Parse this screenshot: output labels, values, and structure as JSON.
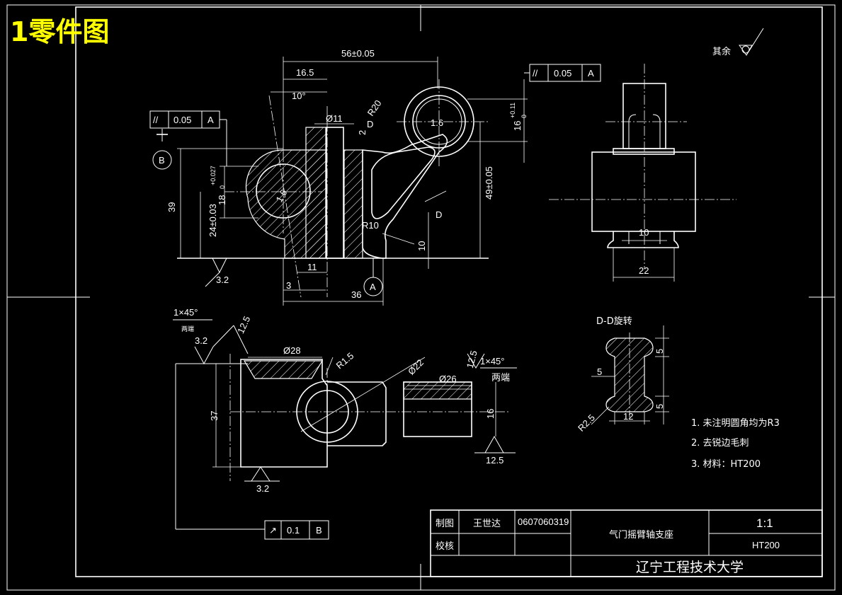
{
  "title": "1零件图",
  "roughness_note": {
    "label": "其余"
  },
  "notes": [
    "1. 未注明圆角均为R3",
    "2. 去锐边毛刺",
    "3. 材料：HT200"
  ],
  "section_label": "D-D旋转",
  "title_block": {
    "drawn_label": "制图",
    "drawn_name": "王世达",
    "student_no": "0607060319",
    "check_label": "校核",
    "part_name": "气门摇臂轴支座",
    "scale": "1:1",
    "material": "HT200",
    "school": "辽宁工程技术大学"
  },
  "front_view": {
    "dim_56": "56±0.05",
    "dim_165": "16.5",
    "dim_10deg": "10°",
    "dim_11_top": "Ø11",
    "dim_r20": "R20",
    "dim_2": "2",
    "dim_16": "16",
    "dim_16_tol_up": "+0.11",
    "dim_16_tol_lo": "0",
    "dim_16_center": "1.6",
    "dim_39": "39",
    "dim_24": "24±0.03",
    "dim_18": "18",
    "dim_18_tol_up": "+0.027",
    "dim_18_tol_lo": "0",
    "dim_18_center": "1.6",
    "dim_49": "49±0.05",
    "dim_r10": "R10",
    "dim_10": "10",
    "dim_11_bot": "11",
    "dim_3": "3",
    "dim_36": "36",
    "rough_32": "3.2",
    "datum_b": "B",
    "datum_a": "A",
    "section_d1": "D",
    "section_d2": "D",
    "tol_left": {
      "sym": "//",
      "value": "0.05",
      "datum": "A"
    },
    "tol_right": {
      "sym": "//",
      "value": "0.05",
      "datum": "A"
    }
  },
  "side_view": {
    "dim_10": "10",
    "dim_22": "22"
  },
  "top_view": {
    "chamfer_left": "1×45°",
    "chamfer_left_note": "两端",
    "rough_left_32": "3.2",
    "rough_left_125": "12.5",
    "dim_28": "Ø28",
    "dim_r15": "R1.5",
    "dim_22": "Ø22",
    "dim_26": "Ø26",
    "rough_right_125": "12.5",
    "chamfer_right": "1×45°",
    "chamfer_right_note": "两端",
    "dim_37": "37",
    "dim_16": "16",
    "rough_bottom_125": "12.5",
    "rough_bottom_32": "3.2",
    "tol_bottom": {
      "sym": "↗",
      "value": "0.1",
      "datum": "B"
    }
  },
  "section_view": {
    "dim_5a": "5",
    "dim_5b": "5",
    "dim_5c": "5",
    "dim_r25": "R2.5",
    "dim_12": "12"
  }
}
